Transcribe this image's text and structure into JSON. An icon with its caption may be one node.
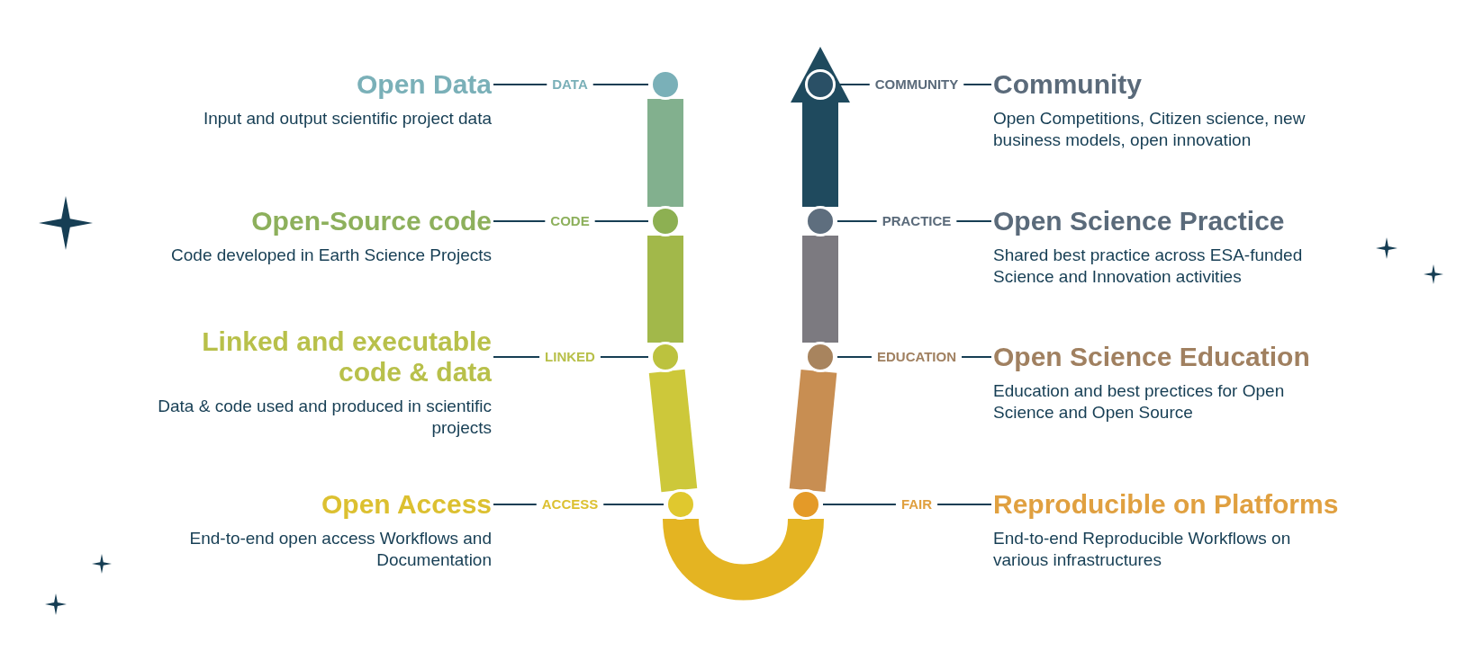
{
  "diagram": {
    "nodes": [
      {
        "text": [
          "Open Data",
          "Input and output scientific project data"
        ]
      },
      {
        "text": [
          "DATA"
        ]
      },
      {
        "text": [],
        "shape": "circle"
      },
      {
        "text": [],
        "shape": "circle"
      },
      {
        "text": [
          "COMMUNITY"
        ]
      },
      {
        "text": [
          "Community",
          "Open Competitions, Citizen science, new business models, open innovation"
        ]
      },
      {
        "text": [
          "Open-Source code",
          "Code developed in Earth Science Projects"
        ]
      },
      {
        "text": [
          "CODE"
        ]
      },
      {
        "text": [],
        "shape": "circle"
      },
      {
        "text": [],
        "shape": "circle"
      },
      {
        "text": [
          "PRACTICE"
        ]
      },
      {
        "text": [
          "Open Science Practice",
          "Shared best practice across ESA-funded Science and Innovation activities"
        ]
      },
      {
        "text": [
          "Linked and executable code & data",
          "Data & code used and produced in scientific projects"
        ]
      },
      {
        "text": [
          "LINKED"
        ]
      },
      {
        "text": [],
        "shape": "circle"
      },
      {
        "text": [],
        "shape": "circle"
      },
      {
        "text": [
          "EDUCATION"
        ]
      },
      {
        "text": [
          "Open Science Education",
          "Education and best prectices for Open Science and Open Source"
        ]
      },
      {
        "text": [
          "Open Access",
          "End-to-end open access Workflows and Documentation"
        ]
      },
      {
        "text": [
          "ACCESS"
        ]
      },
      {
        "text": [],
        "shape": "circle"
      },
      {
        "text": [],
        "shape": "circle"
      },
      {
        "text": [
          "FAIR"
        ]
      },
      {
        "text": [
          "Reproducible on Platforms",
          "End-to-end Reproducible Workflows on various infrastructures"
        ]
      }
    ],
    "edges": [
      {
        "from": 0,
        "to": 1,
        "arrow": "none"
      },
      {
        "from": 1,
        "to": 2,
        "arrow": "none"
      },
      {
        "from": 3,
        "to": 4,
        "arrow": "none"
      },
      {
        "from": 4,
        "to": 5,
        "arrow": "none"
      },
      {
        "from": 6,
        "to": 7,
        "arrow": "none"
      },
      {
        "from": 7,
        "to": 8,
        "arrow": "none"
      },
      {
        "from": 9,
        "to": 10,
        "arrow": "none"
      },
      {
        "from": 10,
        "to": 11,
        "arrow": "none"
      },
      {
        "from": 12,
        "to": 13,
        "arrow": "none"
      },
      {
        "from": 13,
        "to": 14,
        "arrow": "none"
      },
      {
        "from": 15,
        "to": 16,
        "arrow": "none"
      },
      {
        "from": 16,
        "to": 17,
        "arrow": "none"
      },
      {
        "from": 18,
        "to": 19,
        "arrow": "none"
      },
      {
        "from": 19,
        "to": 20,
        "arrow": "none"
      },
      {
        "from": 21,
        "to": 22,
        "arrow": "none"
      },
      {
        "from": 22,
        "to": 23,
        "arrow": "none"
      },
      {
        "from": 2,
        "to": 8,
        "arrow": "none",
        "style": "thick",
        "color": "#82b08e"
      },
      {
        "from": 8,
        "to": 14,
        "arrow": "none",
        "style": "thick",
        "color": "#a2b84a"
      },
      {
        "from": 14,
        "to": 20,
        "arrow": "none",
        "style": "thick",
        "color": "#cdc83a"
      },
      {
        "from": 20,
        "to": 21,
        "arrow": "none",
        "style": "thick",
        "color": "#e4b422"
      },
      {
        "from": 21,
        "to": 15,
        "arrow": "none",
        "style": "thick",
        "color": "#c88e52"
      },
      {
        "from": 15,
        "to": 9,
        "arrow": "none",
        "style": "thick",
        "color": "#7c7a80"
      },
      {
        "from": 9,
        "to": 3,
        "arrow": "to",
        "style": "thick",
        "color": "#1f4a5e"
      }
    ]
  }
}
